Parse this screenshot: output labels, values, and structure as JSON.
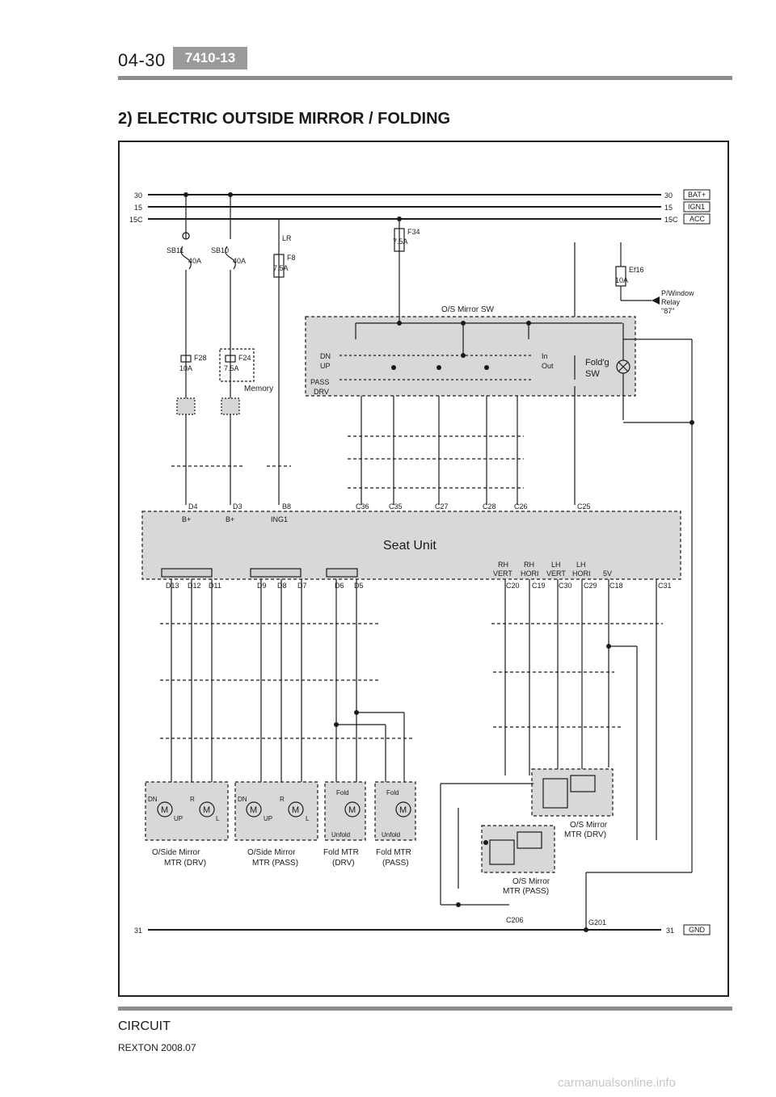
{
  "header": {
    "page_number": "04-30",
    "code": "7410-13"
  },
  "title": "2) ELECTRIC OUTSIDE MIRROR / FOLDING",
  "footer": {
    "section": "CIRCUIT",
    "model": "REXTON 2008.07"
  },
  "watermark": "carmanualsonline.info",
  "rails": {
    "left": [
      "30",
      "15",
      "15C"
    ],
    "right": [
      "30",
      "15",
      "15C"
    ],
    "boxes": [
      "BAT+",
      "IGN1",
      "ACC"
    ],
    "ground_left": "31",
    "ground_right": "31",
    "ground_box": "GND",
    "ground_point": "G201"
  },
  "fuses": {
    "sb11": {
      "name": "SB11",
      "rating": "40A"
    },
    "sb10": {
      "name": "SB10",
      "rating": "40A"
    },
    "f8": {
      "name": "F8",
      "rating": "7.5A",
      "wire": "LR"
    },
    "f34": {
      "name": "F34",
      "rating": "7.5A"
    },
    "f28": {
      "name": "F28",
      "rating": "10A"
    },
    "f24": {
      "name": "F24",
      "rating": "7.5A"
    },
    "ef16": {
      "name": "Ef16",
      "rating": "10A"
    },
    "memory": "Memory"
  },
  "relay_label": [
    "P/Window",
    "Relay",
    "\"87\""
  ],
  "switch": {
    "title": "O/S Mirror SW",
    "dn": "DN",
    "up": "UP",
    "pass": "PASS",
    "drv": "DRV",
    "in": "In",
    "out": "Out",
    "fold_sw": [
      "Fold'g",
      "SW"
    ]
  },
  "seat_unit": {
    "title": "Seat Unit",
    "b_plus_1": "B+",
    "b_plus_2": "B+",
    "ing1": "ING1",
    "top_pins": [
      "C36",
      "C35",
      "C27",
      "C28",
      "C26",
      "C25"
    ],
    "top_pin_labels": [
      "D4",
      "D3",
      "B8"
    ],
    "bottom_groups": [
      {
        "pins": [
          "D13",
          "D12",
          "D11"
        ]
      },
      {
        "pins": [
          "D9",
          "D8",
          "D7"
        ]
      },
      {
        "pins": [
          "D6",
          "D5"
        ]
      }
    ],
    "sensor_labels": [
      {
        "l1": "RH",
        "l2": "VERT"
      },
      {
        "l1": "RH",
        "l2": "HORI"
      },
      {
        "l1": "LH",
        "l2": "VERT"
      },
      {
        "l1": "LH",
        "l2": "HORI"
      },
      {
        "l1": "5V",
        "l2": ""
      }
    ],
    "sensor_pins": [
      "C20",
      "C19",
      "C30",
      "C29",
      "C18",
      "C31"
    ]
  },
  "motors": [
    {
      "label1": "O/Side Mirror",
      "label2": "MTR (DRV)"
    },
    {
      "label1": "O/Side Mirror",
      "label2": "MTR (PASS)"
    },
    {
      "label1": "Fold MTR",
      "label2": "(DRV)"
    },
    {
      "label1": "Fold MTR",
      "label2": "(PASS)"
    }
  ],
  "motor_text": {
    "dn": "DN",
    "up": "UP",
    "r": "R",
    "l": "L",
    "m": "M",
    "fold": "Fold",
    "unfold": "Unfold"
  },
  "mirror_sensors": [
    {
      "label1": "O/S Mirror",
      "label2": "MTR (DRV)"
    },
    {
      "label1": "O/S Mirror",
      "label2": "MTR (PASS)"
    }
  ],
  "ground_connector": "C206"
}
